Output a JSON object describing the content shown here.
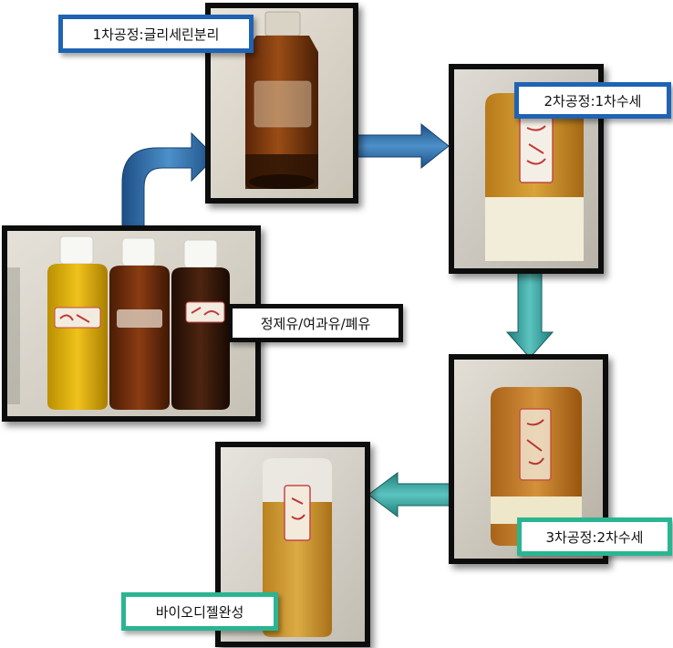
{
  "steps": {
    "input_label": "정제유/여과유/폐유",
    "step1_label": "1차공정:글리세린분리",
    "step2_label": "2차공정:1차수세",
    "step3_label": "3차공정:2차수세",
    "final_label": "바이오디젤완성"
  },
  "colors": {
    "blue_border": "#1f63b3",
    "teal_border": "#2ab592",
    "black_border": "#0d0d0d",
    "blue_arrow": "#2f6fa6",
    "teal_arrow": "#3aa3a0"
  }
}
